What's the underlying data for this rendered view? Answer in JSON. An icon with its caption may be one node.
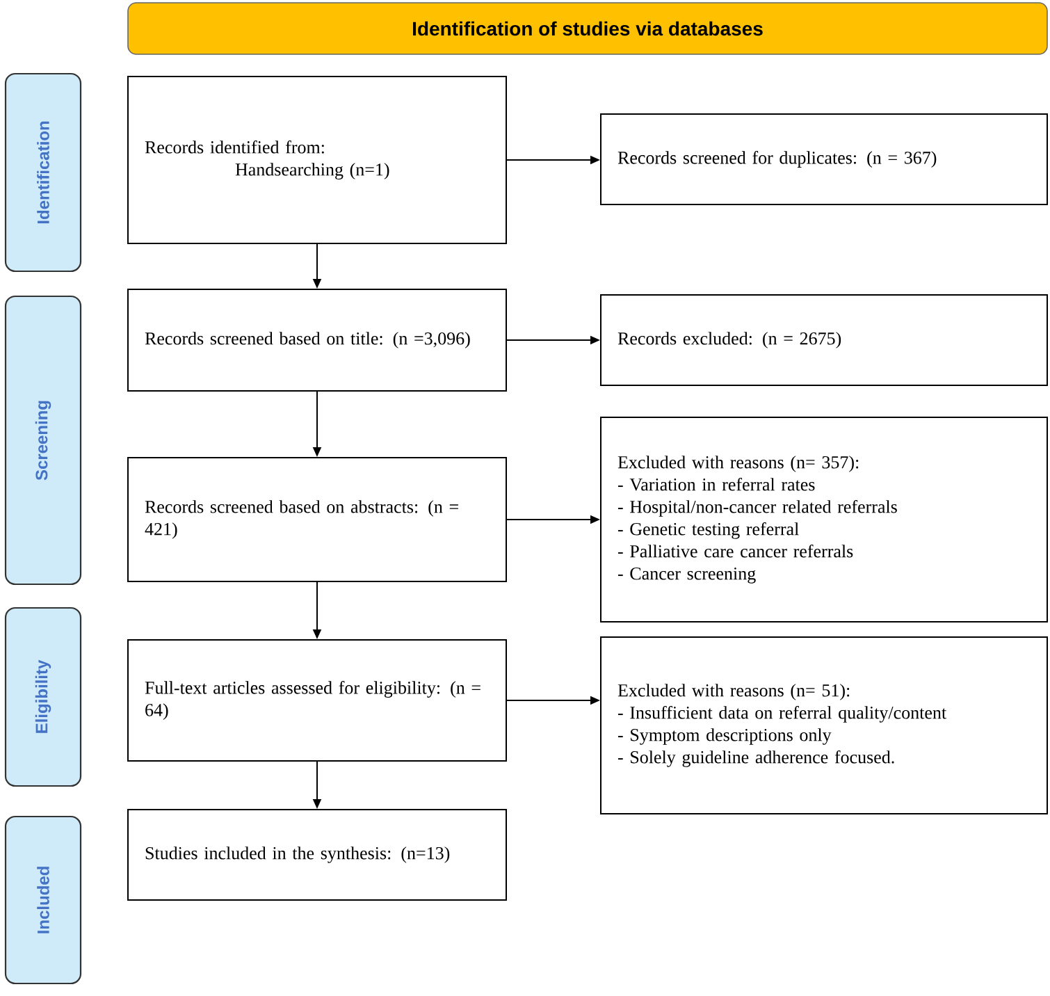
{
  "diagram": {
    "nodes": [
      {
        "text": [
          "Identification of studies via databases"
        ]
      },
      {
        "text": [
          "Identification"
        ]
      },
      {
        "text": [
          "Screening"
        ]
      },
      {
        "text": [
          "Eligibility"
        ]
      },
      {
        "text": [
          "Included"
        ]
      },
      {
        "text": [
          "Records identified from:",
          "Handsearching (n=1)"
        ]
      },
      {
        "text": [
          "Records screened for duplicates: (n = 367)"
        ]
      },
      {
        "text": [
          "Records screened based on title: (n =3,096)"
        ]
      },
      {
        "text": [
          "Records excluded: (n = 2675)"
        ]
      },
      {
        "text": [
          "Records screened based on abstracts: (n = 421)"
        ]
      },
      {
        "text": [
          "Excluded with reasons (n= 357):",
          "- Variation in referral rates",
          "- Hospital/non-cancer related referrals",
          "- Genetic testing referral",
          "- Palliative care cancer referrals",
          "- Cancer screening"
        ]
      },
      {
        "text": [
          "Full-text articles assessed for eligibility: (n = 64)"
        ]
      },
      {
        "text": [
          "Excluded with reasons (n= 51):",
          "- Insufficient data on referral quality/content",
          "- Symptom descriptions only",
          "- Solely guideline adherence focused."
        ]
      },
      {
        "text": [
          "Studies included in the synthesis: (n=13)"
        ]
      }
    ],
    "edges": [
      {
        "from": 5,
        "to": 6,
        "arrow": "to"
      },
      {
        "from": 5,
        "to": 7,
        "arrow": "to"
      },
      {
        "from": 7,
        "to": 8,
        "arrow": "to"
      },
      {
        "from": 7,
        "to": 9,
        "arrow": "to"
      },
      {
        "from": 9,
        "to": 10,
        "arrow": "to"
      },
      {
        "from": 9,
        "to": 11,
        "arrow": "to"
      },
      {
        "from": 11,
        "to": 12,
        "arrow": "to"
      },
      {
        "from": 11,
        "to": 13,
        "arrow": "to"
      }
    ]
  }
}
